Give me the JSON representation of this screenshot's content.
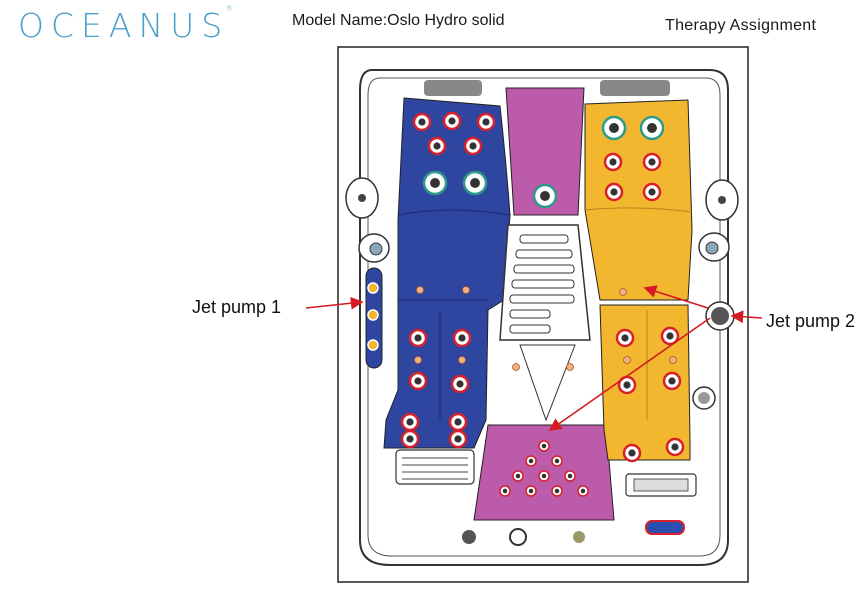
{
  "brand": {
    "name": "OCEANUS",
    "mark": "®"
  },
  "header": {
    "model": "Model Name:Oslo Hydro solid",
    "title": "Therapy Assignment"
  },
  "labels": {
    "pump1": "Jet pump 1",
    "pump2": "Jet pump 2"
  },
  "colors": {
    "blue_zone": "#2f46a0",
    "yellow_zone": "#f2b72f",
    "purple_zone": "#bd5bab",
    "jet_red": "#d6202a",
    "jet_green": "#2e9b8a",
    "arrow": "#d41b21"
  }
}
